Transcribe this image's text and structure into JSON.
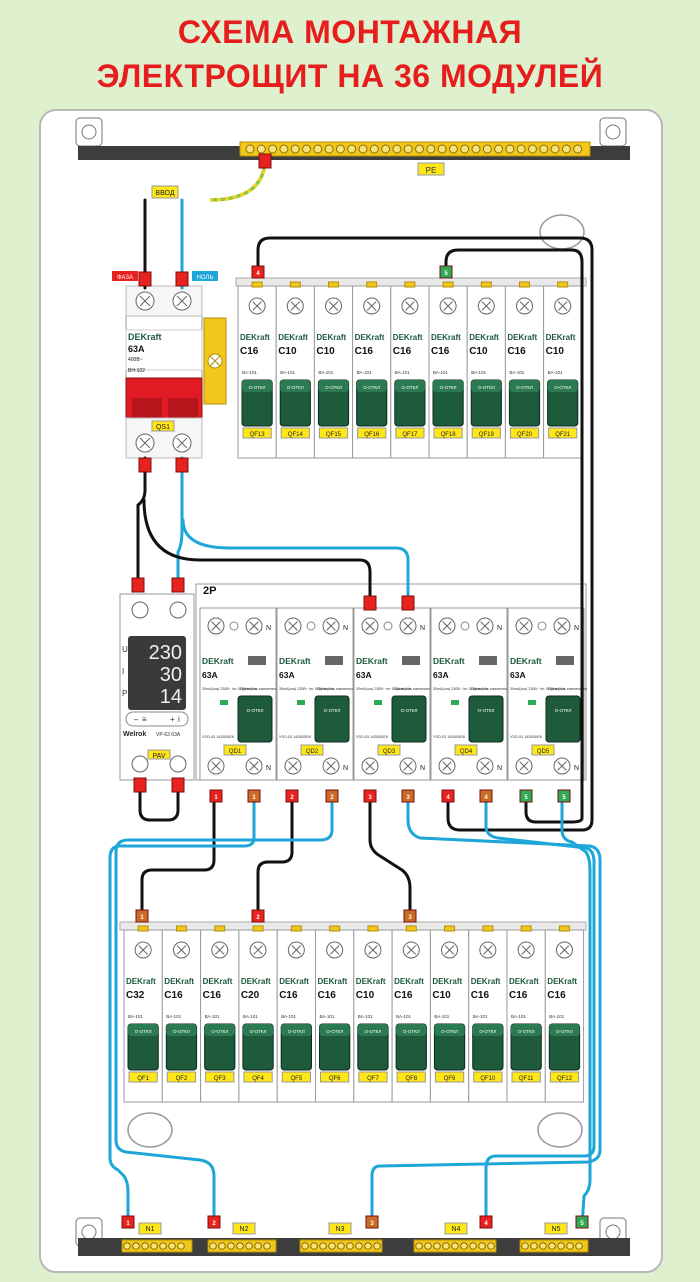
{
  "title": {
    "line1": "СХЕМА МОНТАЖНАЯ",
    "line2": "ЭЛЕКТРОЩИТ НА 36 МОДУЛЕЙ"
  },
  "pe_bar": {
    "label": "PE"
  },
  "input": {
    "label": "ВВОД",
    "phase": "ФАЗА",
    "neutral": "НОЛЬ"
  },
  "main_switch": {
    "brand": "DEKraft",
    "rating": "63A",
    "voltage": "400В~",
    "series": "ВН-102",
    "ref": "QS1"
  },
  "voltage_relay": {
    "brand": "Welrok",
    "model": "VP-63 63A",
    "ref": "PAV",
    "rows": [
      "U",
      "I",
      "P"
    ],
    "readings": [
      "230",
      "30",
      "14"
    ],
    "btn_minus": "–",
    "btn_menu": "≡",
    "btn_plus": "+",
    "btn_info": "i"
  },
  "rcd_row": {
    "label": "2P",
    "brand": "DEKraft",
    "rating": "63A",
    "n_label": "N",
    "params": "30mA(cos) 230В~ Im: 500A tr:0.1с",
    "test_text": "Проверять ежемесячно",
    "series": "УЗО-03 14265DEK",
    "handle": "О-ОТКЛ",
    "refs": [
      "QD1",
      "QD2",
      "QD3",
      "QD4",
      "QD5"
    ]
  },
  "top_breakers": {
    "brand": "DEKraft",
    "series": "ВА-101",
    "handle": "О-ОТКЛ",
    "ratings": [
      "C16",
      "C10",
      "C10",
      "C16",
      "C16",
      "C16",
      "C10",
      "C16",
      "C10"
    ],
    "refs": [
      "QF13",
      "QF14",
      "QF15",
      "QF16",
      "QF17",
      "QF18",
      "QF19",
      "QF20",
      "QF21"
    ],
    "tags": [
      "4",
      "5"
    ]
  },
  "bottom_breakers": {
    "brand": "DEKraft",
    "series": "ВА-101",
    "handle": "О-ОТКЛ",
    "ratings": [
      "C32",
      "C16",
      "C16",
      "C20",
      "C16",
      "C16",
      "C10",
      "C16",
      "C10",
      "C16",
      "C16",
      "C16"
    ],
    "refs": [
      "QF1",
      "QF2",
      "QF3",
      "QF4",
      "QF5",
      "QF6",
      "QF7",
      "QF8",
      "QF9",
      "QF10",
      "QF11",
      "QF12"
    ],
    "tags": [
      "1",
      "2",
      "3"
    ]
  },
  "rcd_output_tags": [
    "1",
    "1",
    "2",
    "2",
    "3",
    "3",
    "4",
    "4",
    "5",
    "5"
  ],
  "neutral_bus": {
    "labels": [
      "N1",
      "N2",
      "N3",
      "N4",
      "N5"
    ],
    "tags": [
      "1",
      "2",
      "3",
      "4",
      "5"
    ]
  },
  "colors": {
    "title": "#e61d1d",
    "background": "#dff0cf",
    "phase_wire": "#111111",
    "neutral_wire": "#1ea6d8",
    "pe_wire": "#8fc63f",
    "breaker_green": "#1e5a3c",
    "label_yellow": "#ffe619",
    "connector_red": "#e8231f"
  }
}
